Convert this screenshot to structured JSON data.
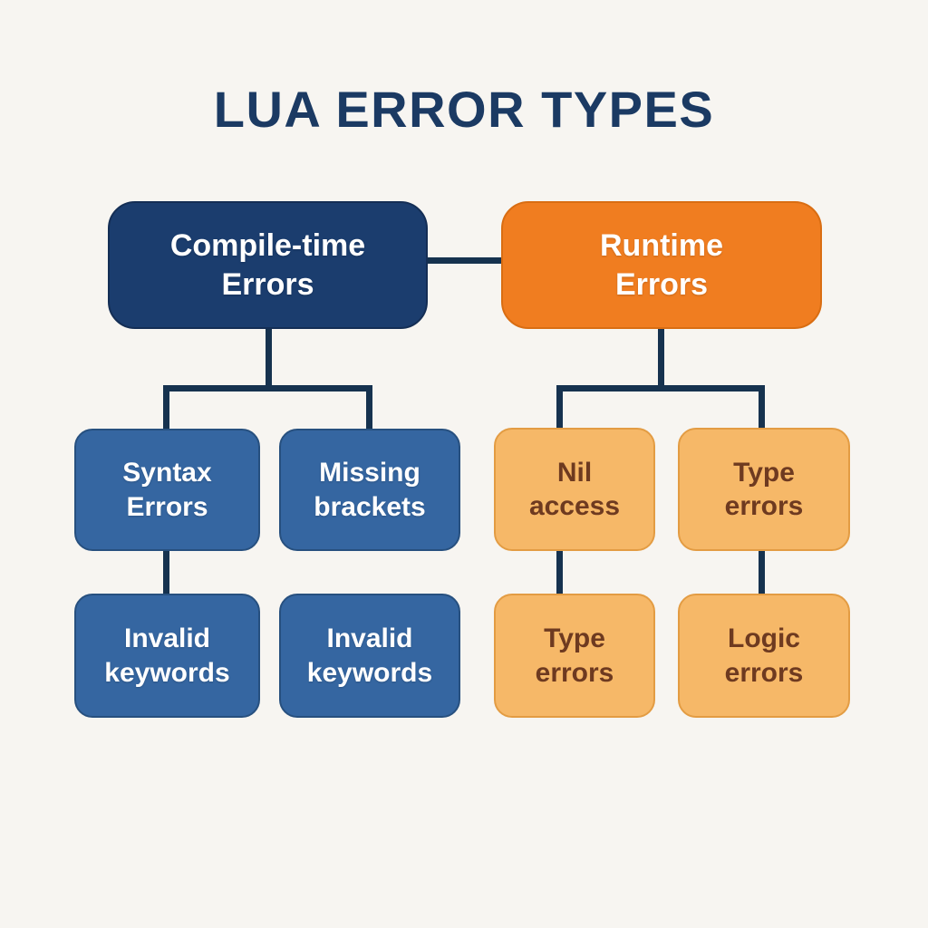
{
  "title": "LUA ERROR TYPES",
  "palette": {
    "background": "#f7f5f1",
    "navy": "#1b3d6e",
    "navy_border": "#142e55",
    "blue": "#3566a1",
    "blue_border": "#27507f",
    "orange": "#f07d20",
    "orange_border": "#d96d12",
    "light_orange": "#f6b868",
    "light_orange_border": "#e39c43",
    "connector": "#16324f",
    "title_color": "#1b3a63",
    "text_on_dark": "#ffffff",
    "text_on_light_orange": "#6e3a20"
  },
  "diagram": {
    "root_left": {
      "label": "Compile-time\nErrors"
    },
    "root_right": {
      "label": "Runtime\nErrors"
    },
    "left_children": [
      {
        "label": "Syntax\nErrors"
      },
      {
        "label": "Missing\nbrackets"
      },
      {
        "label": "Invalid\nkeywords"
      },
      {
        "label": "Invalid\nkeywords"
      }
    ],
    "right_children": [
      {
        "label": "Nil\naccess"
      },
      {
        "label": "Type\nerrors"
      },
      {
        "label": "Type\nerrors"
      },
      {
        "label": "Logic\nerrors"
      }
    ]
  }
}
